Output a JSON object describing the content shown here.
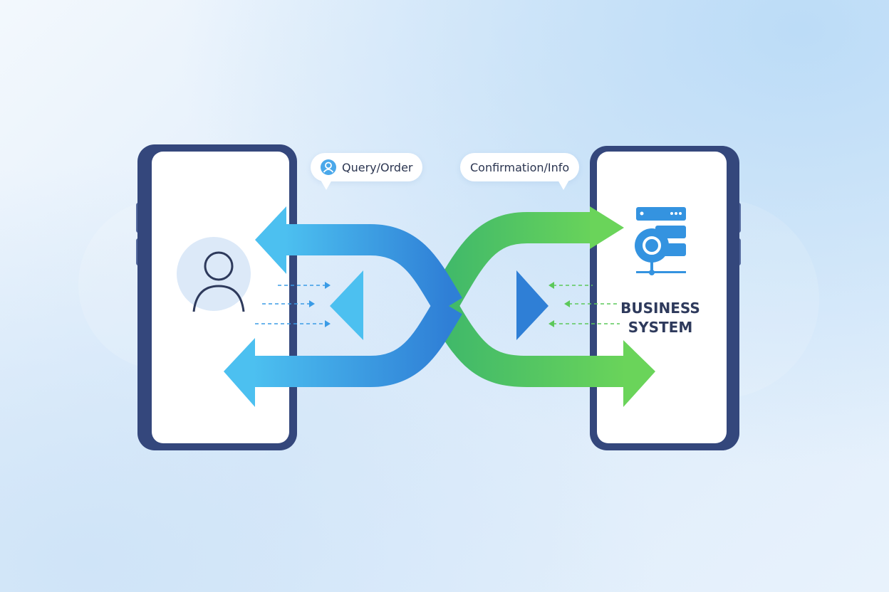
{
  "labels": {
    "query": "Query/Order",
    "confirmation": "Confirmation/Info",
    "business_line1": "BUSINESS",
    "business_line2": "SYSTEM"
  },
  "colors": {
    "blue": "#2f8fe0",
    "green": "#5cc85a",
    "phone_frame": "#3a4f86",
    "text": "#2e3a5c"
  },
  "icons": {
    "user": "user-icon",
    "server": "server-gear-icon"
  }
}
